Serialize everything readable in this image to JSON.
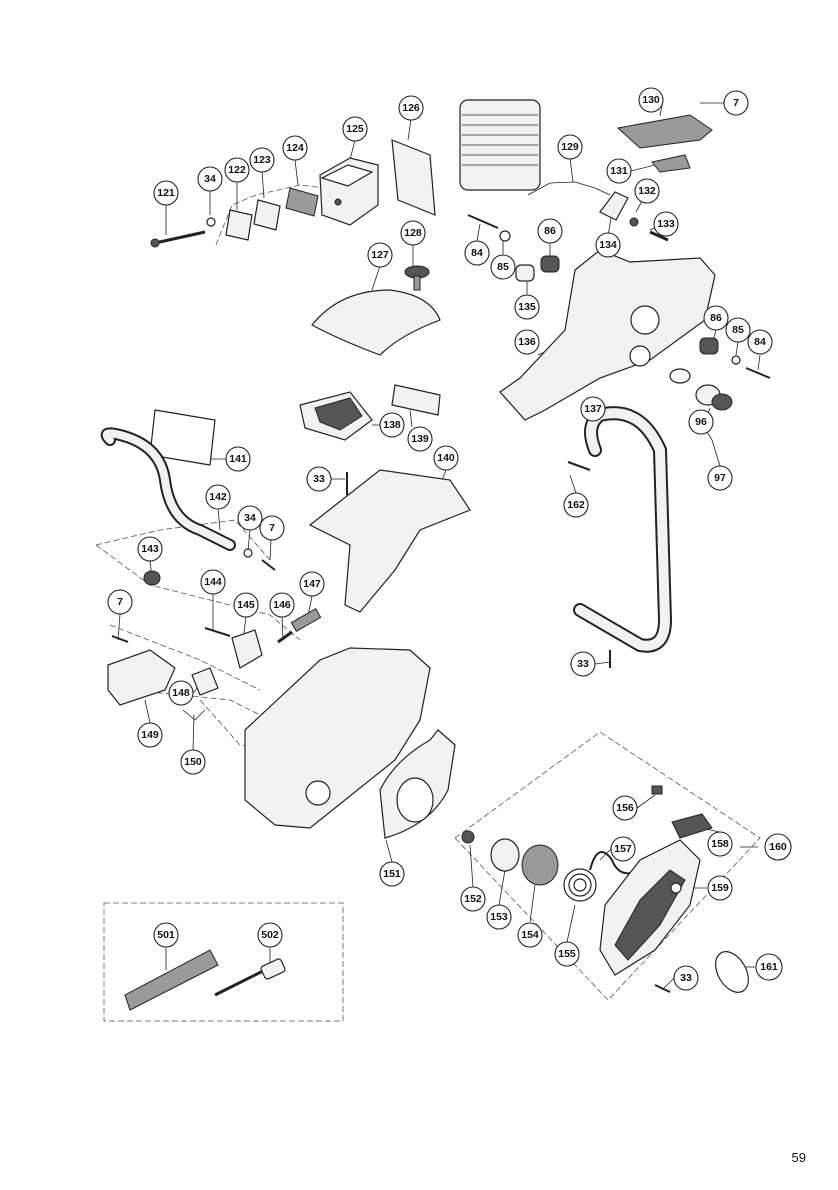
{
  "page_number": "59",
  "part_numbers": {
    "p121": "121",
    "p34a": "34",
    "p122": "122",
    "p123": "123",
    "p124": "124",
    "p125": "125",
    "p126": "126",
    "p127": "127",
    "p128": "128",
    "p129": "129",
    "p130": "130",
    "p7a": "7",
    "p131": "131",
    "p132": "132",
    "p133": "133",
    "p134": "134",
    "p84a": "84",
    "p85a": "85",
    "p86a": "86",
    "p135": "135",
    "p136": "136",
    "p86b": "86",
    "p85b": "85",
    "p84b": "84",
    "p96": "96",
    "p97": "97",
    "p137": "137",
    "p138": "138",
    "p139": "139",
    "p141": "141",
    "p140": "140",
    "p33a": "33",
    "p142": "142",
    "p34b": "34",
    "p7b": "7",
    "p143": "143",
    "p144": "144",
    "p145": "145",
    "p146": "146",
    "p147": "147",
    "p7c": "7",
    "p148": "148",
    "p149": "149",
    "p150": "150",
    "p162": "162",
    "p33b": "33",
    "p151": "151",
    "p156": "156",
    "p157": "157",
    "p158": "158",
    "p160": "160",
    "p159": "159",
    "p152": "152",
    "p153": "153",
    "p154": "154",
    "p155": "155",
    "p33c": "33",
    "p161": "161",
    "p501": "501",
    "p502": "502"
  }
}
